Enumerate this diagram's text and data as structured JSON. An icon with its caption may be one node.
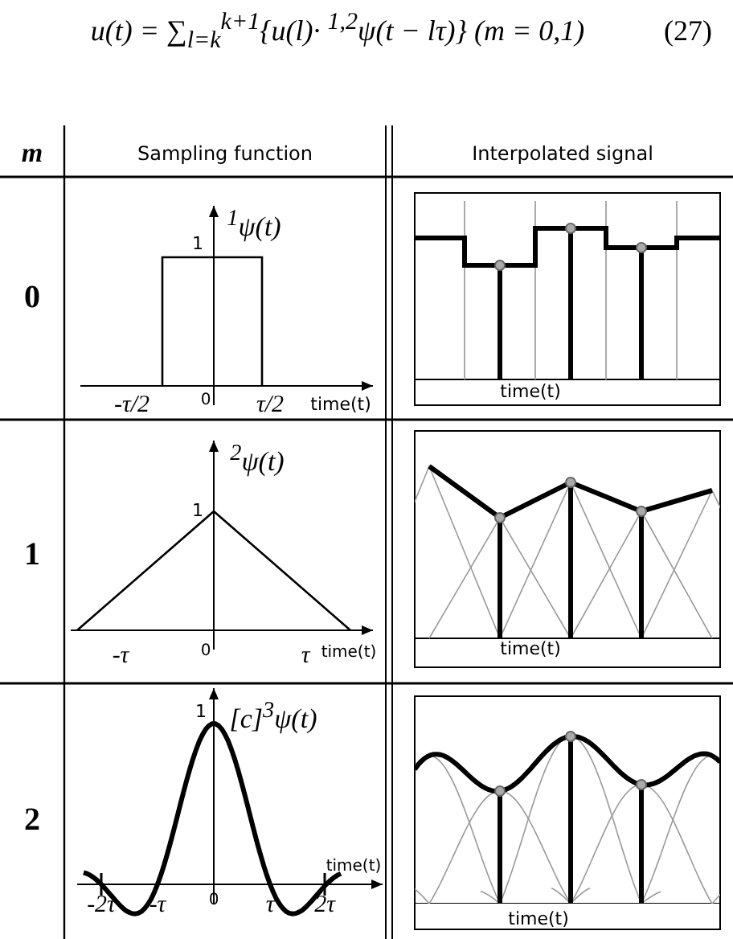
{
  "diagram": {
    "labels": [
      "u(t) = ∑$_{l=k}$$^{k+1}${u(l)· $^{1,2}$ψ(t − lτ)}  (m = 0,1)",
      "(27)",
      "m",
      "Sampling function",
      "Interpolated signal",
      "0",
      "$^{1}$ψ(t)",
      "1",
      "-τ/2",
      "0",
      "τ/2",
      "time(t)",
      "time(t)",
      "1",
      "1",
      "$^{2}$ψ(t)",
      "-τ",
      "0",
      "τ",
      "time(t)",
      "time(t)",
      "2",
      "1",
      "[c]$^{3}$ψ(t)",
      "-2τ",
      "-τ",
      "0",
      "τ",
      "2τ",
      "time(t)",
      "time(t)"
    ]
  }
}
